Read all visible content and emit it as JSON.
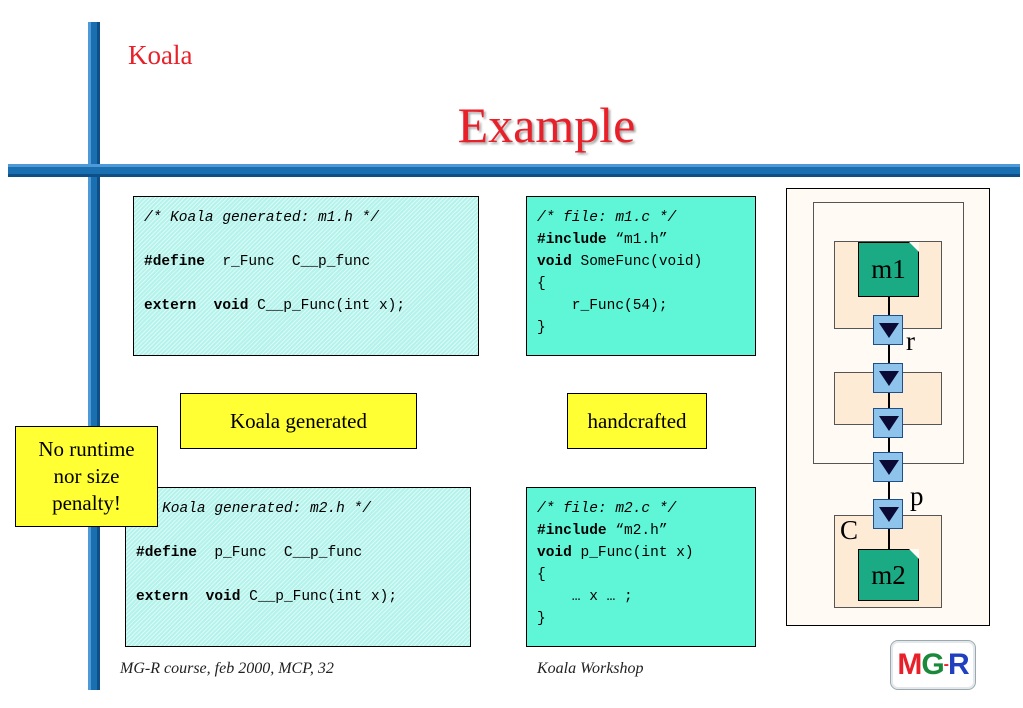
{
  "slide": {
    "kicker": "Koala",
    "title": "Example"
  },
  "code_boxes": {
    "m1h": {
      "comment": "/* Koala generated: m1.h */",
      "define_kw": "#define",
      "define_rest": "  r_Func  C__p_func",
      "extern_kw": "extern",
      "void_kw": "void",
      "decl_rest": " C__p_Func(int x);"
    },
    "m1c": {
      "comment": "/* file: m1.c */",
      "include_kw": "#include",
      "include_rest": " “m1.h”",
      "void_kw": "void",
      "func_rest": " SomeFunc(void)",
      "open": "{",
      "body": "    r_Func(54);",
      "close": "}"
    },
    "m2h": {
      "comment": "/* Koala generated: m2.h */",
      "define_kw": "#define",
      "define_rest": "  p_Func  C__p_func",
      "extern_kw": "extern",
      "void_kw": "void",
      "decl_rest": " C__p_Func(int x);"
    },
    "m2c": {
      "comment": "/* file: m2.c */",
      "include_kw": "#include",
      "include_rest": " “m2.h”",
      "void_kw": "void",
      "func_rest": " p_Func(int x)",
      "open": "{",
      "body": "    … x … ;",
      "close": "}"
    }
  },
  "labels": {
    "koala_generated": "Koala generated",
    "handcrafted": "handcrafted",
    "penalty_line1": "No runtime",
    "penalty_line2": "nor size",
    "penalty_line3": "penalty!"
  },
  "diagram": {
    "module_top": "m1",
    "module_bottom": "m2",
    "interface_r": "r",
    "interface_p": "p",
    "component_c": "C"
  },
  "footer": {
    "left": "MG-R course, feb 2000, MCP, 32",
    "right": "Koala Workshop"
  },
  "logo": {
    "m": "M",
    "g": "G",
    "dash": "-",
    "r": "R"
  },
  "colors": {
    "title_red": "#e8202a",
    "frame_blue": "#1a6fb0",
    "code_cyan": "#5ff6d8",
    "label_yellow": "#ffff33",
    "module_green": "#1aaa84",
    "interface_blue": "#8ec4ec"
  }
}
